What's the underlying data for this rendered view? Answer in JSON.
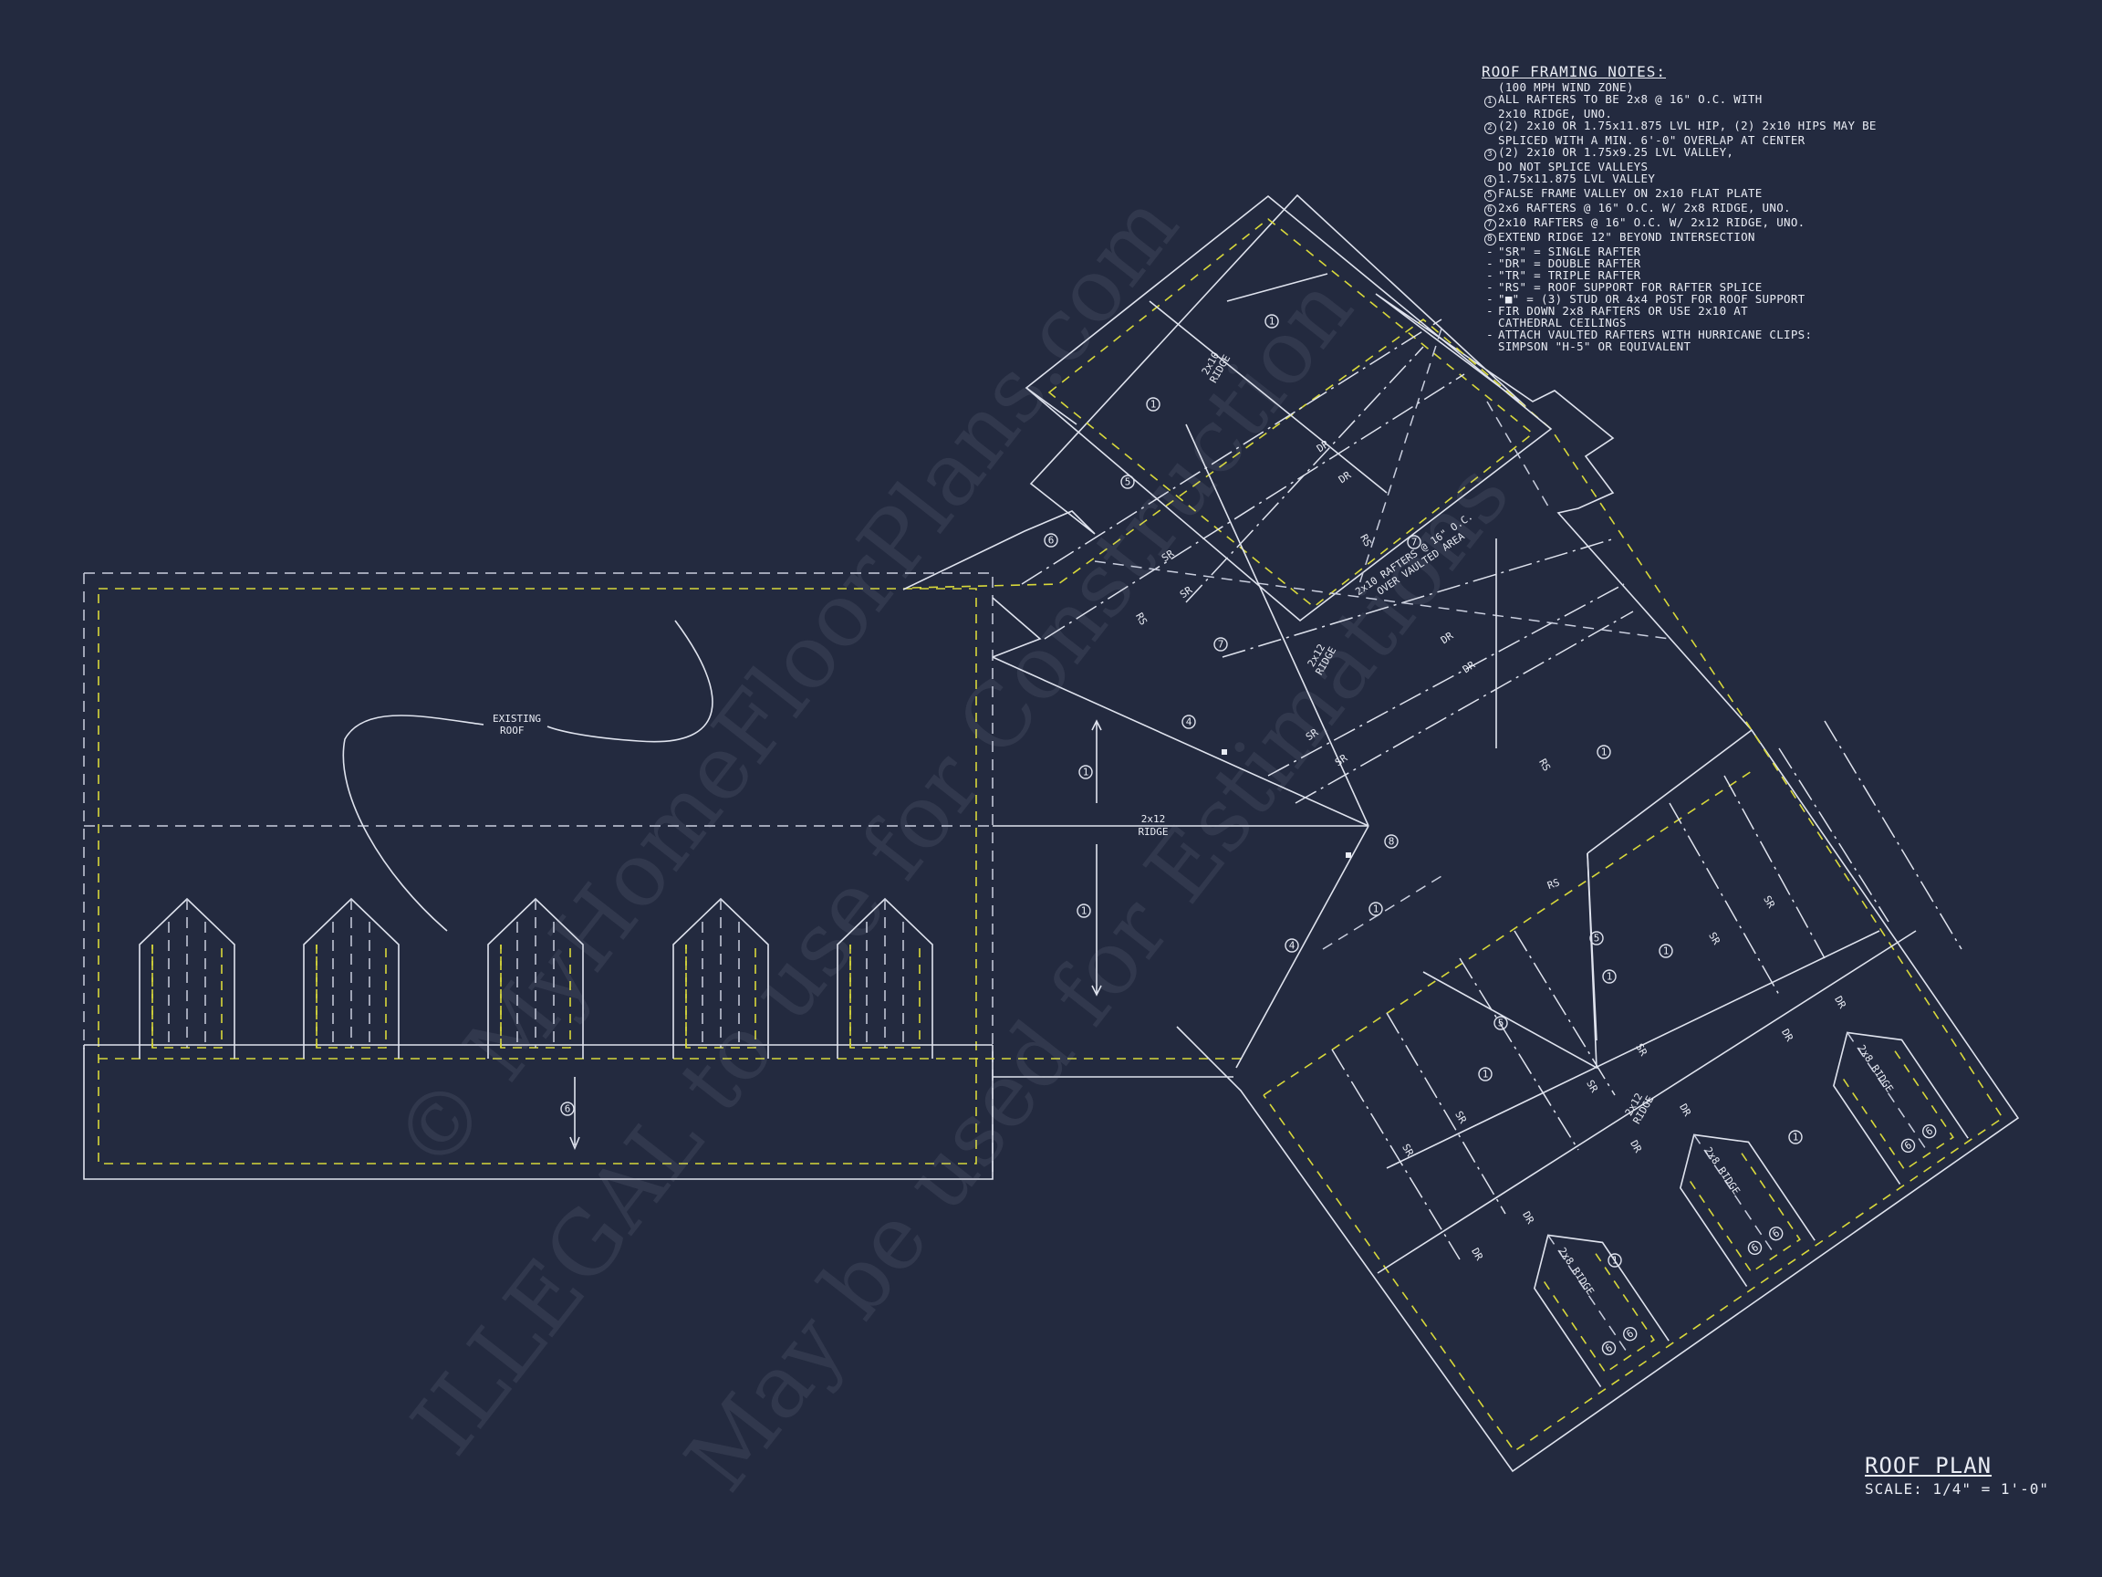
{
  "notes": {
    "title": "ROOF FRAMING NOTES:",
    "items": [
      {
        "marker": "",
        "text": "(100 MPH WIND ZONE)"
      },
      {
        "marker": "1",
        "text": "ALL RAFTERS TO BE 2x8 @ 16\" O.C. WITH"
      },
      {
        "marker": "",
        "text": "2x10 RIDGE, UNO."
      },
      {
        "marker": "2",
        "text": "(2) 2x10 OR 1.75x11.875 LVL HIP, (2) 2x10 HIPS MAY BE"
      },
      {
        "marker": "",
        "text": "SPLICED WITH A MIN. 6'-0\" OVERLAP AT CENTER"
      },
      {
        "marker": "3",
        "text": "(2) 2x10 OR 1.75x9.25 LVL VALLEY,"
      },
      {
        "marker": "",
        "text": "DO NOT SPLICE VALLEYS"
      },
      {
        "marker": "4",
        "text": "1.75x11.875 LVL VALLEY"
      },
      {
        "marker": "5",
        "text": "FALSE FRAME VALLEY ON 2x10 FLAT PLATE"
      },
      {
        "marker": "6",
        "text": "2x6 RAFTERS @ 16\" O.C. W/ 2x8 RIDGE, UNO."
      },
      {
        "marker": "7",
        "text": "2x10 RAFTERS @ 16\" O.C. W/ 2x12 RIDGE, UNO."
      },
      {
        "marker": "8",
        "text": "EXTEND RIDGE 12\" BEYOND INTERSECTION"
      },
      {
        "marker": "-",
        "text": "\"SR\" = SINGLE RAFTER"
      },
      {
        "marker": "-",
        "text": "\"DR\" = DOUBLE RAFTER"
      },
      {
        "marker": "-",
        "text": "\"TR\" = TRIPLE RAFTER"
      },
      {
        "marker": "-",
        "text": "\"RS\" = ROOF SUPPORT FOR RAFTER SPLICE"
      },
      {
        "marker": "-",
        "text": "\"■\" = (3) STUD OR 4x4 POST FOR ROOF SUPPORT"
      },
      {
        "marker": "-",
        "text": "FIR DOWN 2x8 RAFTERS OR USE 2x10 AT"
      },
      {
        "marker": "",
        "text": "CATHEDRAL CEILINGS"
      },
      {
        "marker": "-",
        "text": "ATTACH VAULTED RAFTERS WITH HURRICANE CLIPS:"
      },
      {
        "marker": "",
        "text": "SIMPSON \"H-5\" OR EQUIVALENT"
      }
    ]
  },
  "plan": {
    "title": "ROOF PLAN",
    "scale": "SCALE: 1/4\" = 1'-0\""
  },
  "labels": {
    "existing_roof_1": "EXISTING",
    "existing_roof_2": "ROOF",
    "ridge_main_1": "2x12",
    "ridge_main_2": "RIDGE",
    "ridge_upper_1": "2x10",
    "ridge_upper_2": "RIDGE",
    "ridge_center_1": "2x12",
    "ridge_center_2": "RIDGE",
    "ridge_lower_1": "2x12",
    "ridge_lower_2": "RIDGE",
    "dormer_ridge_1": "2x8",
    "dormer_ridge_2": "RIDGE",
    "vaulted_1": "2x10 RAFTERS @ 16\" O.C.",
    "vaulted_2": "OVER VAULTED AREA",
    "sr": "SR",
    "dr": "DR",
    "rs": "RS"
  },
  "watermark": {
    "line1": "© MyHomeFloorPlans.com",
    "line2": "ILLEGAL to use for Construction",
    "line3": "May be used for Estimations"
  },
  "colors": {
    "background": "#232a3f",
    "linework": "#dfe3ee",
    "eave_dash": "#d8d83a"
  }
}
